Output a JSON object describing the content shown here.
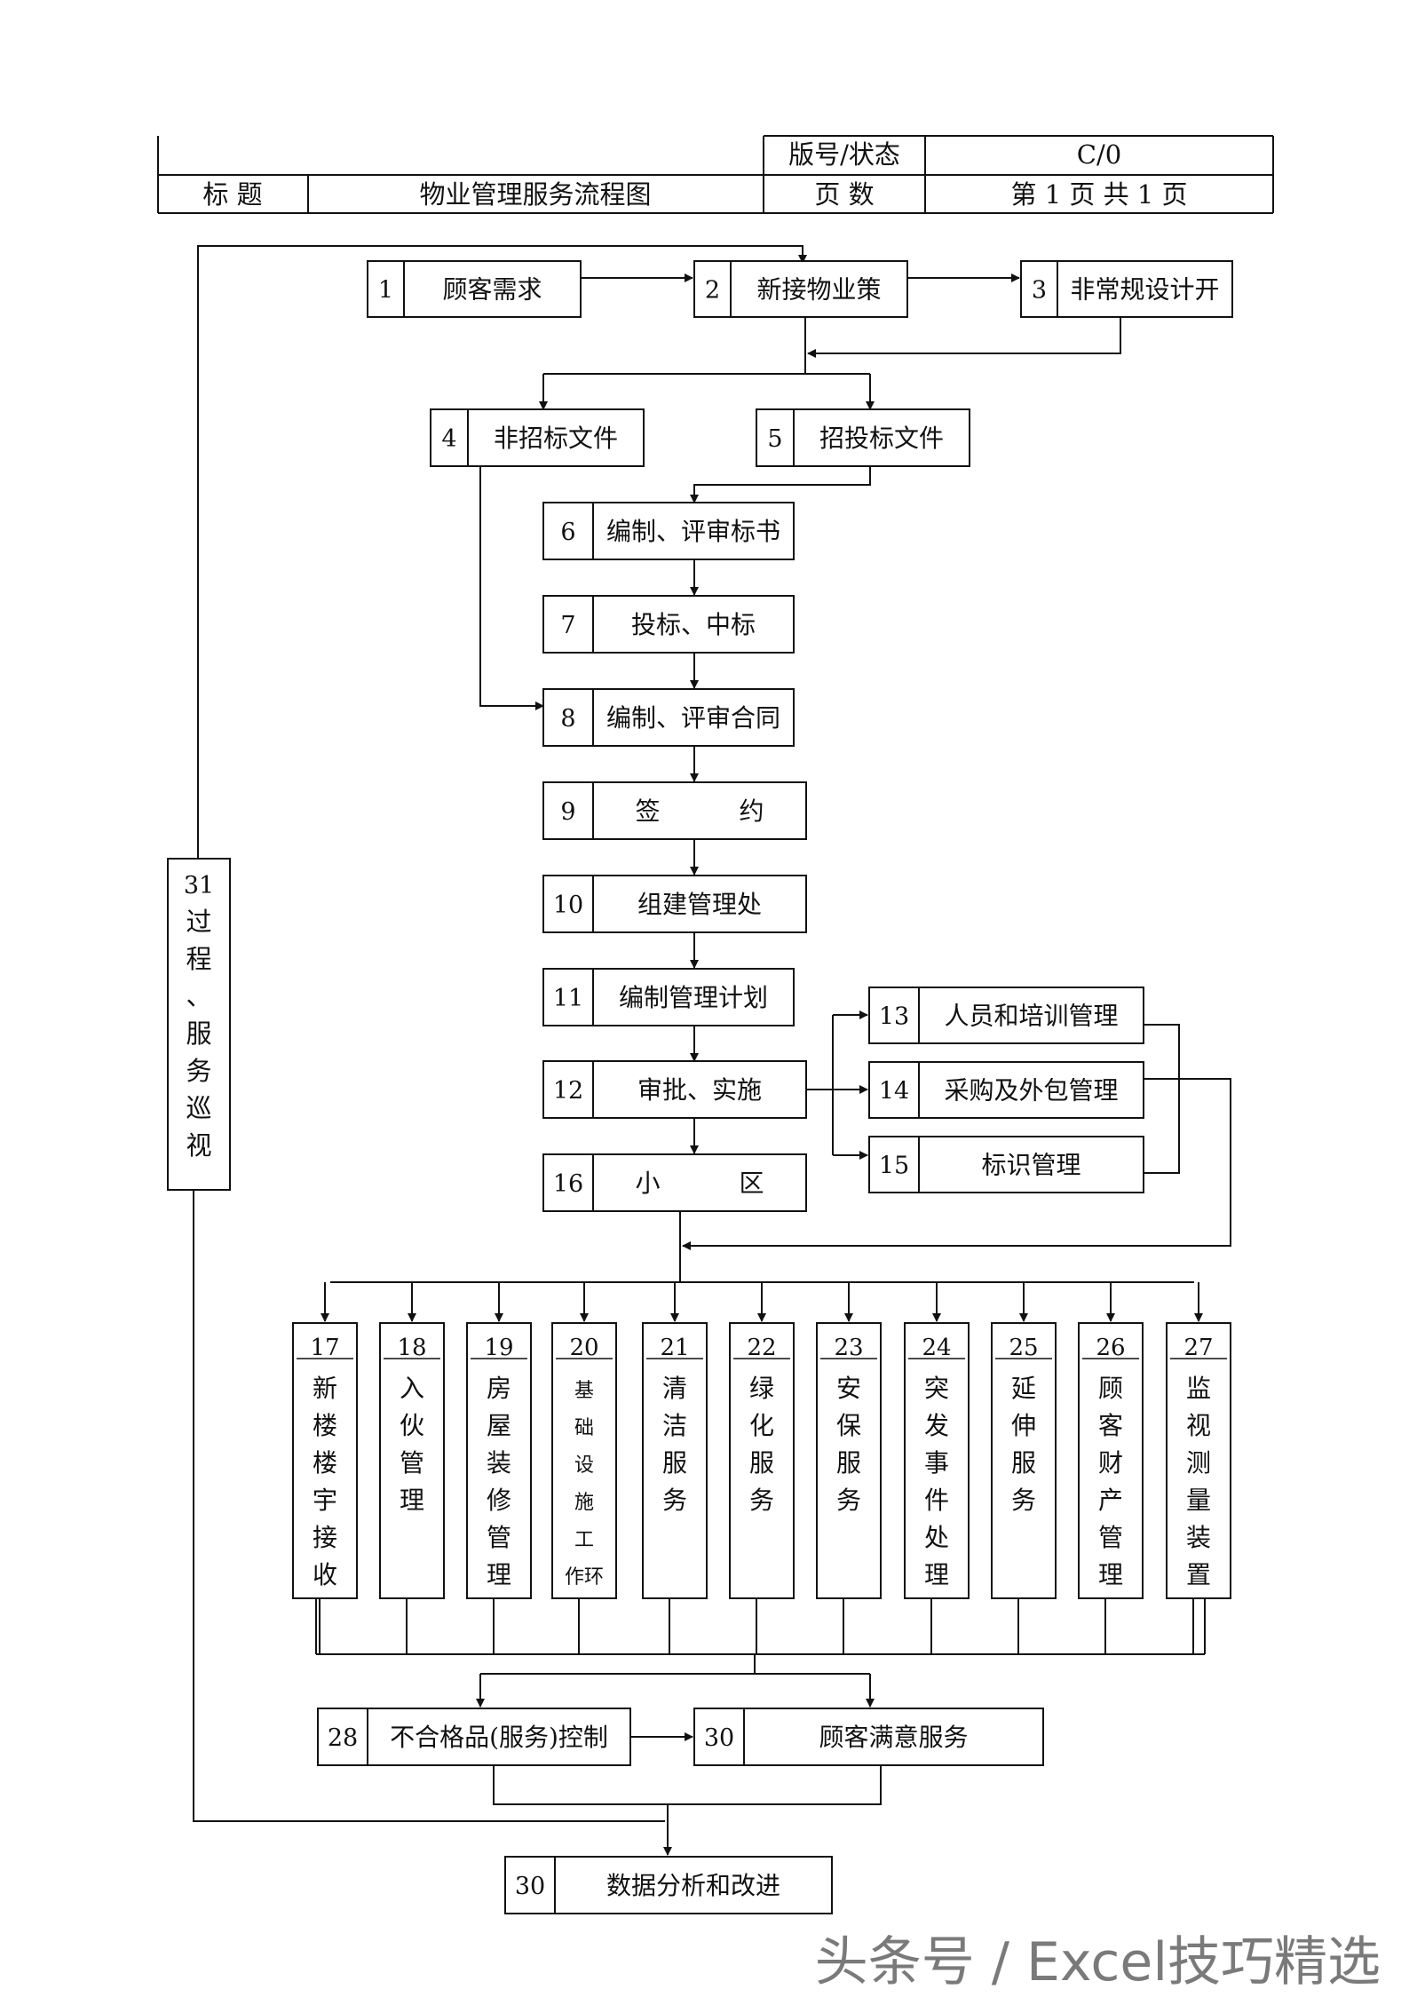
{
  "header": {
    "version_label": "版号/状态",
    "version_value": "C/0",
    "title_label": "标 题",
    "title_value": "物业管理服务流程图",
    "pages_label": "页 数",
    "pages_value": "第 1 页 共 1 页"
  },
  "steps": [
    {
      "id": "1",
      "label": "顾客需求"
    },
    {
      "id": "2",
      "label": "新接物业策"
    },
    {
      "id": "3",
      "label": "非常规设计开"
    },
    {
      "id": "4",
      "label": "非招标文件"
    },
    {
      "id": "5",
      "label": "招投标文件"
    },
    {
      "id": "6",
      "label": "编制、评审标书"
    },
    {
      "id": "7",
      "label": "投标、中标"
    },
    {
      "id": "8",
      "label": "编制、评审合同"
    },
    {
      "id": "9",
      "label": "签 约"
    },
    {
      "id": "10",
      "label": "组建管理处"
    },
    {
      "id": "11",
      "label": "编制管理计划"
    },
    {
      "id": "12",
      "label": "审批、实施"
    },
    {
      "id": "13",
      "label": "人员和培训管理"
    },
    {
      "id": "14",
      "label": "采购及外包管理"
    },
    {
      "id": "15",
      "label": "标识管理"
    },
    {
      "id": "16",
      "label": "小 区"
    },
    {
      "id": "28",
      "label": "不合格品(服务)控制"
    },
    {
      "id": "30",
      "label": "顾客满意服务"
    },
    {
      "id": "30",
      "label": "数据分析和改进"
    }
  ],
  "services": [
    {
      "id": "17",
      "chars": [
        "新",
        "楼",
        "楼",
        "宇",
        "接",
        "收"
      ]
    },
    {
      "id": "18",
      "chars": [
        "入",
        "伙",
        "管",
        "理"
      ]
    },
    {
      "id": "19",
      "chars": [
        "房",
        "屋",
        "装",
        "修",
        "管",
        "理"
      ]
    },
    {
      "id": "20",
      "chars": [
        "基",
        "础",
        "设",
        "施",
        "工",
        "作环"
      ]
    },
    {
      "id": "21",
      "chars": [
        "清",
        "洁",
        "服",
        "务"
      ]
    },
    {
      "id": "22",
      "chars": [
        "绿",
        "化",
        "服",
        "务"
      ]
    },
    {
      "id": "23",
      "chars": [
        "安",
        "保",
        "服",
        "务"
      ]
    },
    {
      "id": "24",
      "chars": [
        "突",
        "发",
        "事",
        "件",
        "处",
        "理"
      ]
    },
    {
      "id": "25",
      "chars": [
        "延",
        "伸",
        "服",
        "务"
      ]
    },
    {
      "id": "26",
      "chars": [
        "顾",
        "客",
        "财",
        "产",
        "管",
        "理"
      ]
    },
    {
      "id": "27",
      "chars": [
        "监",
        "视",
        "测",
        "量",
        "装",
        "置"
      ]
    }
  ],
  "patrol": {
    "id": "31",
    "chars": [
      "过",
      "程",
      "、",
      "服",
      "务",
      "巡",
      "视"
    ]
  },
  "watermark": "头条号 / Excel技巧精选"
}
